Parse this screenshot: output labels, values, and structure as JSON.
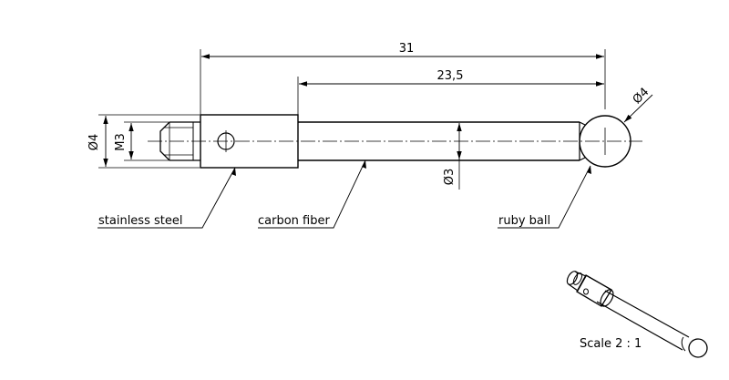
{
  "dimensions": {
    "total_length": "31",
    "shaft_length": "23,5",
    "ball_diameter": "Ø4",
    "body_diameter": "Ø4",
    "thread": "M3",
    "shaft_diameter": "Ø3"
  },
  "labels": {
    "stainless_steel": "stainless steel",
    "carbon_fiber": "carbon fiber",
    "ruby_ball": "ruby ball"
  },
  "scale_note": "Scale 2 : 1"
}
